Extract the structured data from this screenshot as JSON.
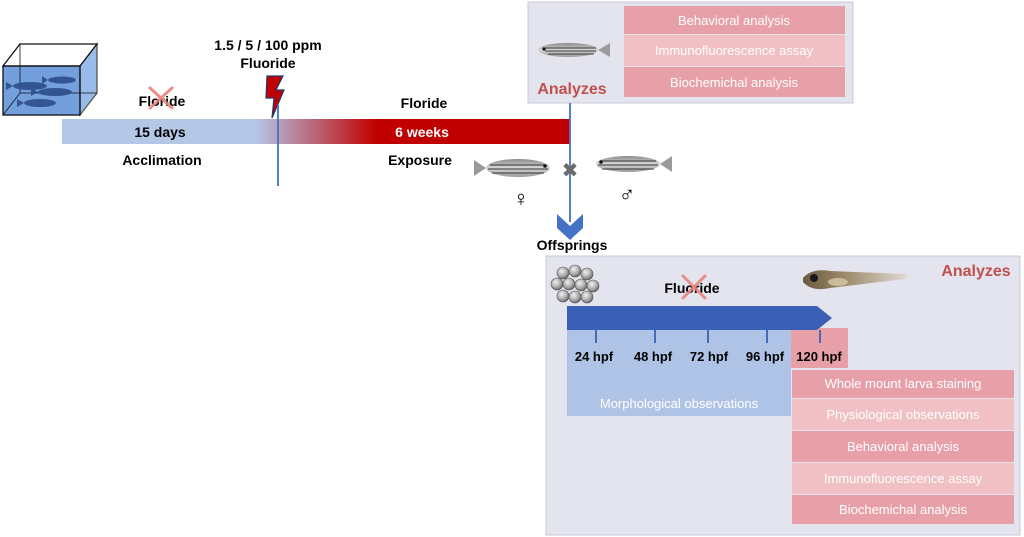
{
  "colors": {
    "red": "#c00000",
    "light_blue": "#aec3e6",
    "mid_blue": "#4472c4",
    "dark_blue": "#3b5fb5",
    "pink": "#e8a0a8",
    "pink_dark": "#d9787f",
    "panel_bg": "#e6e6ef",
    "analyzes_red": "#c0504d"
  },
  "dose": {
    "line1": "1.5 / 5 / 100 ppm",
    "line2": "Fluoride"
  },
  "timeline": {
    "no_fluoride_label": "Floride",
    "fluoride_label": "Floride",
    "acclimation_duration": "15 days",
    "exposure_duration": "6 weeks",
    "acclimation_label": "Acclimation",
    "exposure_label": "Exposure"
  },
  "adult_analyzes": {
    "title": "Analyzes",
    "items": [
      "Behavioral analysis",
      "Immunofluorescence assay",
      "Biochemichal analysis"
    ]
  },
  "mating": {
    "female_symbol": "♀",
    "male_symbol": "♂",
    "cross_symbol": "✖"
  },
  "offspring": {
    "label": "Offsprings",
    "panel_title": "Analyzes",
    "no_fluoride_label": "Fluoride",
    "timepoints": [
      "24 hpf",
      "48 hpf",
      "72 hpf",
      "96 hpf",
      "120 hpf"
    ],
    "morphology_label": "Morphological observations",
    "larva_analyses": [
      "Whole mount larva staining",
      "Physiological observations",
      "Behavioral analysis",
      "Immunofluorescence assay",
      "Biochemichal analysis"
    ]
  }
}
